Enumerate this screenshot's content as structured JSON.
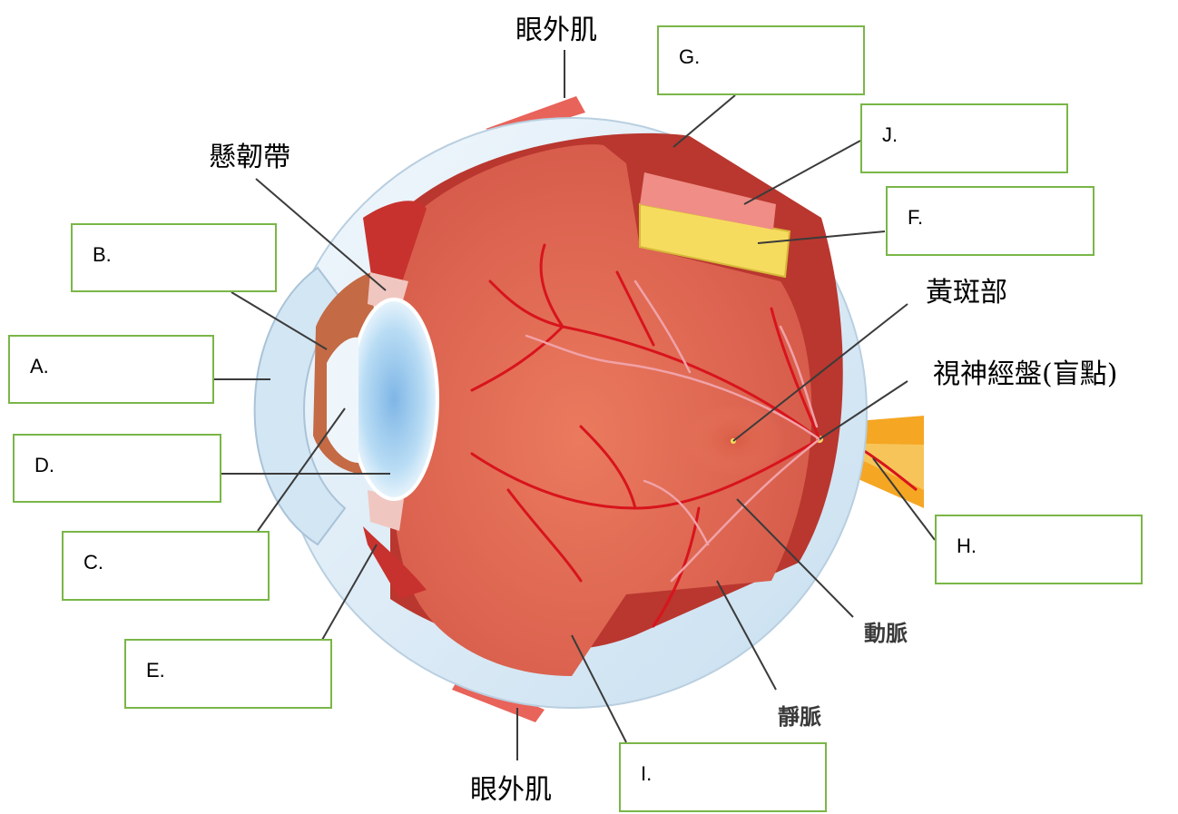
{
  "labels": {
    "extraocular_top": "眼外肌",
    "extraocular_bottom": "眼外肌",
    "zonules": "懸韌帶",
    "macula": "黃斑部",
    "optic_disc": "視神經盤(盲點)",
    "artery": "動脈",
    "vein": "靜脈"
  },
  "answer_boxes": {
    "A": "A.",
    "B": "B.",
    "C": "C.",
    "D": "D.",
    "E": "E.",
    "F": "F.",
    "G": "G.",
    "H": "H.",
    "I": "I.",
    "J": "J."
  },
  "colors": {
    "box_border": "#7ab648",
    "sclera": "#dcebf6",
    "retina": "#e0614f",
    "choroid": "#b23a32",
    "pigment_layer": "#f6dc5e",
    "lens": "#9ccbee",
    "vessel": "#d8141c",
    "optic_nerve": "#f5a623"
  }
}
